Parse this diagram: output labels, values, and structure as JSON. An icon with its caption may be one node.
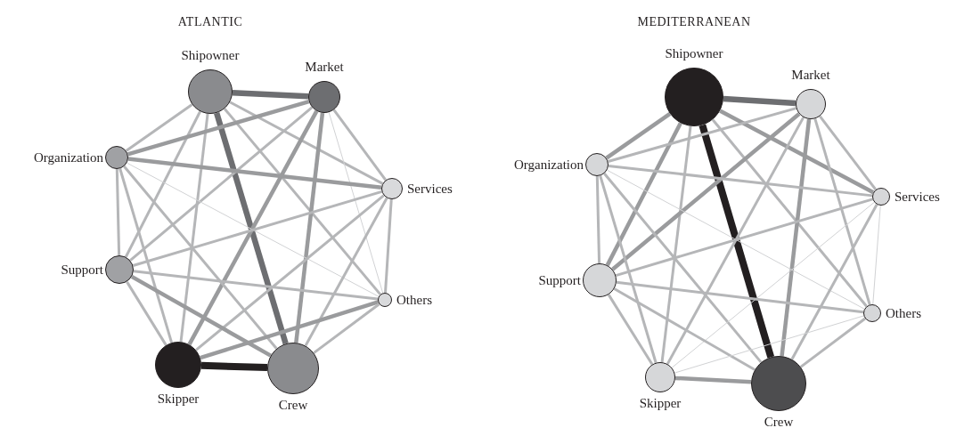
{
  "diagram": {
    "nodes": [
      {
        "text": [
          "Shipowner"
        ]
      },
      {
        "text": [
          "Market"
        ]
      },
      {
        "text": [
          "Organization"
        ]
      },
      {
        "text": [
          "Services"
        ]
      },
      {
        "text": [
          "Support"
        ]
      },
      {
        "text": [
          "Others"
        ]
      },
      {
        "text": [
          "Skipper"
        ]
      },
      {
        "text": [
          "Crew"
        ]
      },
      {
        "text": [
          "Shipowner"
        ]
      },
      {
        "text": [
          "Market"
        ]
      },
      {
        "text": [
          "Organization"
        ]
      },
      {
        "text": [
          "Services"
        ]
      },
      {
        "text": [
          "Support"
        ]
      },
      {
        "text": [
          "Others"
        ]
      },
      {
        "text": [
          "Skipper"
        ]
      },
      {
        "text": [
          "Crew"
        ]
      }
    ],
    "edges": [
      {
        "from": 0,
        "to": 1,
        "arrow": "none",
        "style": "thick",
        "color": "#6d6e71"
      },
      {
        "from": 0,
        "to": 2,
        "arrow": "none"
      },
      {
        "from": 0,
        "to": 3,
        "arrow": "none"
      },
      {
        "from": 0,
        "to": 4,
        "arrow": "none"
      },
      {
        "from": 0,
        "to": 5,
        "arrow": "none"
      },
      {
        "from": 0,
        "to": 6,
        "arrow": "none"
      },
      {
        "from": 0,
        "to": 7,
        "arrow": "none",
        "style": "thick",
        "color": "#6d6e71"
      },
      {
        "from": 1,
        "to": 2,
        "arrow": "none",
        "color": "#9a9b9d"
      },
      {
        "from": 1,
        "to": 3,
        "arrow": "none"
      },
      {
        "from": 1,
        "to": 4,
        "arrow": "none"
      },
      {
        "from": 1,
        "to": 5,
        "arrow": "none",
        "color": "#d1d2d4"
      },
      {
        "from": 1,
        "to": 6,
        "arrow": "none",
        "color": "#9a9b9d"
      },
      {
        "from": 1,
        "to": 7,
        "arrow": "none",
        "color": "#9a9b9d"
      },
      {
        "from": 2,
        "to": 3,
        "arrow": "none",
        "color": "#9a9b9d"
      },
      {
        "from": 2,
        "to": 4,
        "arrow": "none"
      },
      {
        "from": 2,
        "to": 5,
        "arrow": "none",
        "color": "#d1d2d4"
      },
      {
        "from": 2,
        "to": 6,
        "arrow": "none"
      },
      {
        "from": 2,
        "to": 7,
        "arrow": "none"
      },
      {
        "from": 3,
        "to": 4,
        "arrow": "none"
      },
      {
        "from": 3,
        "to": 5,
        "arrow": "none"
      },
      {
        "from": 3,
        "to": 6,
        "arrow": "none"
      },
      {
        "from": 3,
        "to": 7,
        "arrow": "none"
      },
      {
        "from": 4,
        "to": 5,
        "arrow": "none"
      },
      {
        "from": 4,
        "to": 6,
        "arrow": "none"
      },
      {
        "from": 4,
        "to": 7,
        "arrow": "none",
        "color": "#9a9b9d"
      },
      {
        "from": 5,
        "to": 6,
        "arrow": "none",
        "color": "#9a9b9d"
      },
      {
        "from": 5,
        "to": 7,
        "arrow": "none"
      },
      {
        "from": 6,
        "to": 7,
        "arrow": "none",
        "style": "thick",
        "color": "#231f20"
      },
      {
        "from": 8,
        "to": 9,
        "arrow": "none",
        "style": "thick",
        "color": "#6d6e71"
      },
      {
        "from": 8,
        "to": 10,
        "arrow": "none",
        "color": "#9a9b9d"
      },
      {
        "from": 8,
        "to": 11,
        "arrow": "none",
        "color": "#9a9b9d"
      },
      {
        "from": 8,
        "to": 12,
        "arrow": "none",
        "color": "#9a9b9d"
      },
      {
        "from": 8,
        "to": 13,
        "arrow": "none"
      },
      {
        "from": 8,
        "to": 14,
        "arrow": "none"
      },
      {
        "from": 8,
        "to": 15,
        "arrow": "none",
        "style": "thick",
        "color": "#231f20"
      },
      {
        "from": 9,
        "to": 10,
        "arrow": "none"
      },
      {
        "from": 9,
        "to": 11,
        "arrow": "none"
      },
      {
        "from": 9,
        "to": 12,
        "arrow": "none",
        "color": "#9a9b9d"
      },
      {
        "from": 9,
        "to": 13,
        "arrow": "none"
      },
      {
        "from": 9,
        "to": 14,
        "arrow": "none"
      },
      {
        "from": 9,
        "to": 15,
        "arrow": "none",
        "color": "#9a9b9d"
      },
      {
        "from": 10,
        "to": 11,
        "arrow": "none"
      },
      {
        "from": 10,
        "to": 12,
        "arrow": "none"
      },
      {
        "from": 10,
        "to": 13,
        "arrow": "none",
        "color": "#d1d2d4"
      },
      {
        "from": 10,
        "to": 14,
        "arrow": "none"
      },
      {
        "from": 10,
        "to": 15,
        "arrow": "none"
      },
      {
        "from": 11,
        "to": 12,
        "arrow": "none"
      },
      {
        "from": 11,
        "to": 13,
        "arrow": "none",
        "color": "#d1d2d4"
      },
      {
        "from": 11,
        "to": 14,
        "arrow": "none",
        "color": "#d1d2d4"
      },
      {
        "from": 11,
        "to": 15,
        "arrow": "none"
      },
      {
        "from": 12,
        "to": 13,
        "arrow": "none"
      },
      {
        "from": 12,
        "to": 14,
        "arrow": "none"
      },
      {
        "from": 12,
        "to": 15,
        "arrow": "none"
      },
      {
        "from": 13,
        "to": 14,
        "arrow": "none",
        "color": "#d1d2d4"
      },
      {
        "from": 13,
        "to": 15,
        "arrow": "none"
      },
      {
        "from": 14,
        "to": 15,
        "arrow": "none",
        "color": "#9a9b9d"
      }
    ],
    "labels": [
      "ATLANTIC",
      "MEDITERRANEAN"
    ]
  }
}
